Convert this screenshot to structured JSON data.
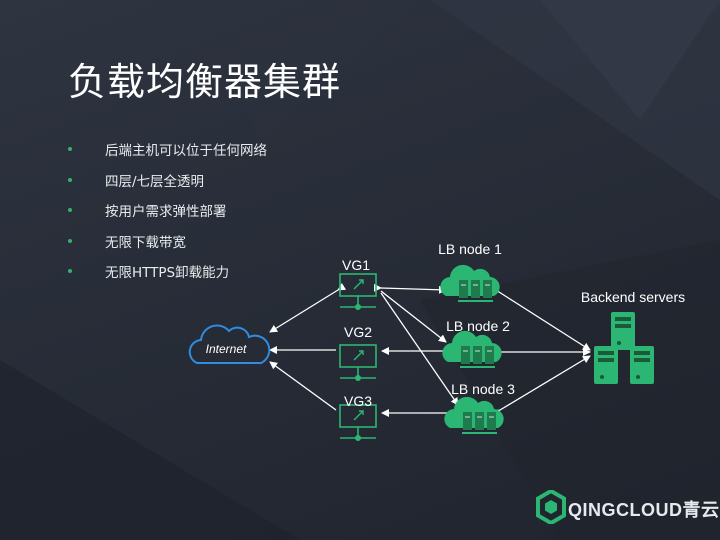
{
  "slide": {
    "title": "负载均衡器集群",
    "bullets": [
      {
        "text": "后端主机可以位于任何网络"
      },
      {
        "text": "四层/七层全透明"
      },
      {
        "text": "按用户需求弹性部署"
      },
      {
        "text": "无限下载带宽"
      },
      {
        "text": "无限HTTPS卸载能力"
      }
    ]
  },
  "diagram": {
    "internet_label": "Internet",
    "vg_labels": [
      "VG1",
      "VG2",
      "VG3"
    ],
    "lb_labels": [
      "LB node 1",
      "LB node 2",
      "LB node 3"
    ],
    "backend_label": "Backend servers",
    "colors": {
      "green": "#2bb673",
      "cloud_blue": "#2f8de0",
      "arrow": "#ffffff"
    }
  },
  "logo": {
    "text": "QINGCLOUD青云"
  }
}
